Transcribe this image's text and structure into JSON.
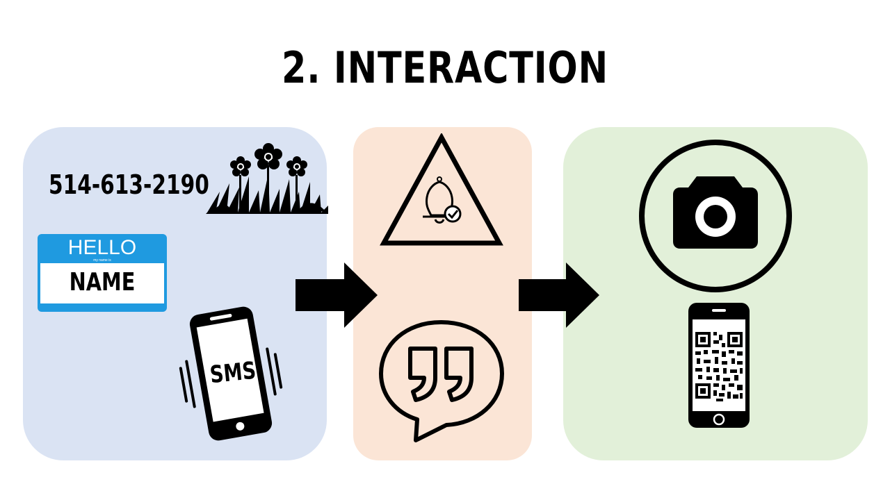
{
  "slide": {
    "title": "2. INTERACTION"
  },
  "left_panel": {
    "phone_number": "514-613-2190",
    "name_tag": {
      "hello": "HELLO",
      "sub": "my name is",
      "name": "NAME"
    },
    "sms_label": "SMS",
    "icons": [
      "flowers-icon",
      "name-tag-icon",
      "vibrating-phone-icon"
    ]
  },
  "middle_panel": {
    "icons": [
      "warning-bell-icon",
      "quote-speech-bubble-icon"
    ]
  },
  "right_panel": {
    "icons": [
      "camera-circle-icon",
      "qr-phone-icon"
    ]
  },
  "colors": {
    "left_panel_bg": "#dae3f3",
    "middle_panel_bg": "#fbe5d6",
    "right_panel_bg": "#e2f0d9",
    "name_tag_blue": "#1f9ae0",
    "arrow": "#000000"
  }
}
